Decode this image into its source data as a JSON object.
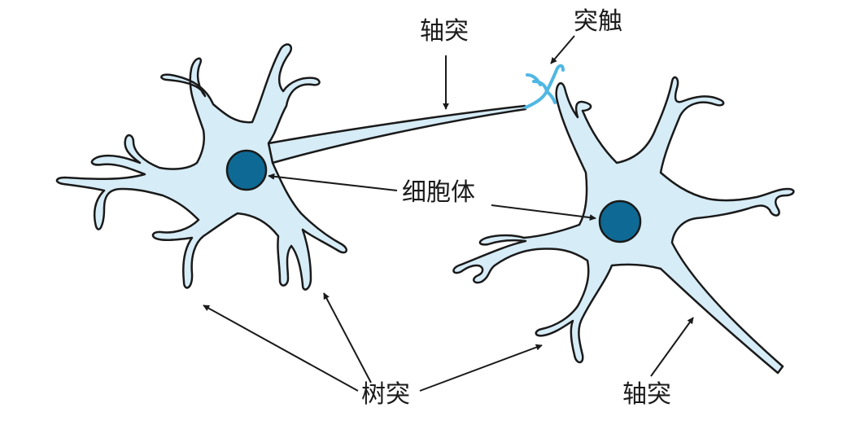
{
  "labels": {
    "axon_top": "轴突",
    "synapse": "突触",
    "cell_body": "细胞体",
    "dendrite": "树突",
    "axon_bottom": "轴突"
  },
  "colors": {
    "cell_fill": "#d6ecf7",
    "outline": "#1a1a1a",
    "nucleus": "#0e6a94",
    "synapse": "#4fb7e3",
    "arrow": "#1a1a1a"
  }
}
